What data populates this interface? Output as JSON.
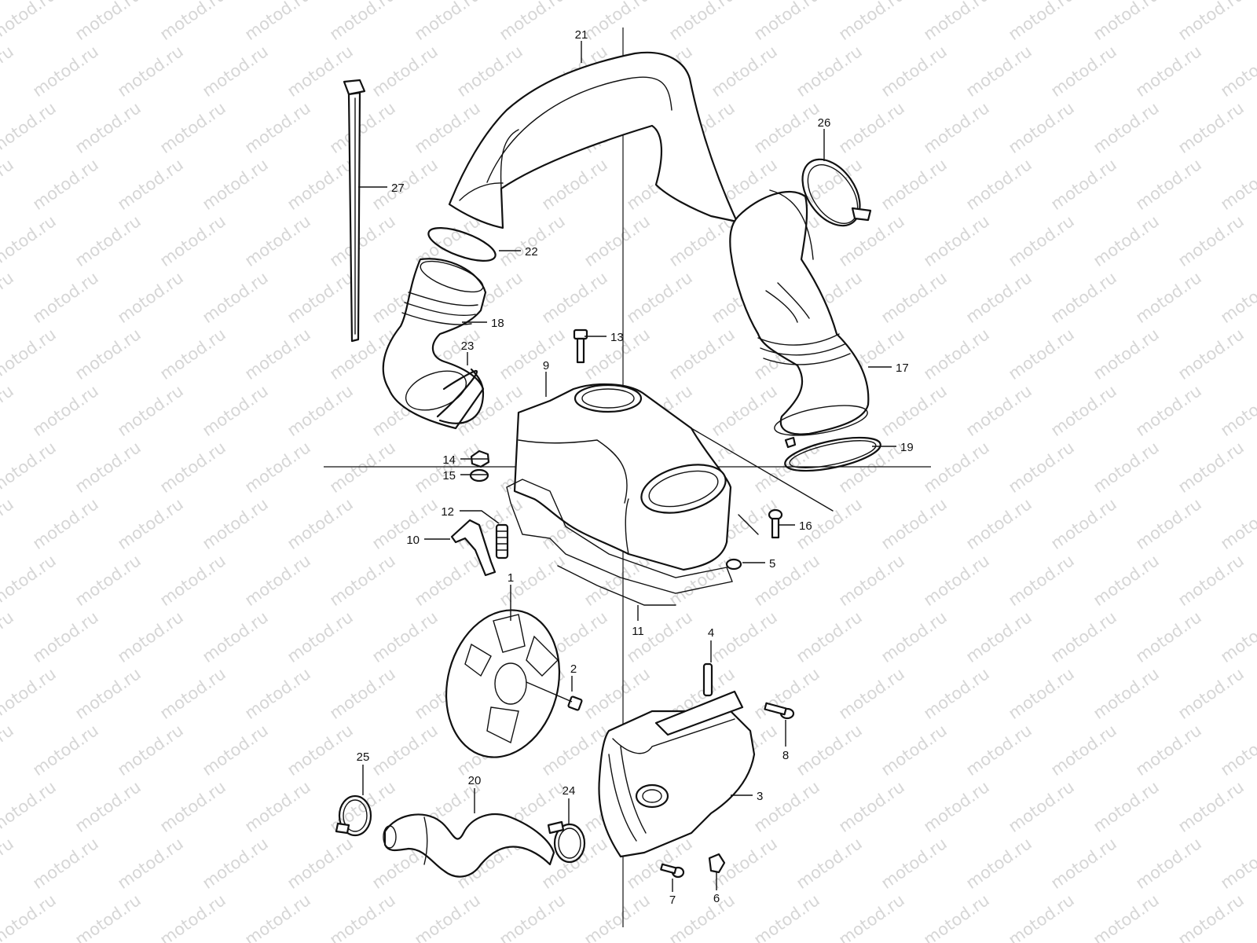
{
  "watermark": {
    "text": "motod.ru"
  },
  "callouts": [
    {
      "id": "1",
      "text": "1"
    },
    {
      "id": "2",
      "text": "2"
    },
    {
      "id": "3",
      "text": "3"
    },
    {
      "id": "4",
      "text": "4"
    },
    {
      "id": "5",
      "text": "5"
    },
    {
      "id": "6",
      "text": "6"
    },
    {
      "id": "7",
      "text": "7"
    },
    {
      "id": "8",
      "text": "8"
    },
    {
      "id": "9",
      "text": "9"
    },
    {
      "id": "10",
      "text": "10"
    },
    {
      "id": "11",
      "text": "11"
    },
    {
      "id": "12",
      "text": "12"
    },
    {
      "id": "13",
      "text": "13"
    },
    {
      "id": "14",
      "text": "14"
    },
    {
      "id": "15",
      "text": "15"
    },
    {
      "id": "16",
      "text": "16"
    },
    {
      "id": "17",
      "text": "17"
    },
    {
      "id": "18",
      "text": "18"
    },
    {
      "id": "19",
      "text": "19"
    },
    {
      "id": "20",
      "text": "20"
    },
    {
      "id": "21",
      "text": "21"
    },
    {
      "id": "22",
      "text": "22"
    },
    {
      "id": "23",
      "text": "23"
    },
    {
      "id": "24",
      "text": "24"
    },
    {
      "id": "25",
      "text": "25"
    },
    {
      "id": "26",
      "text": "26"
    },
    {
      "id": "27",
      "text": "27"
    }
  ]
}
